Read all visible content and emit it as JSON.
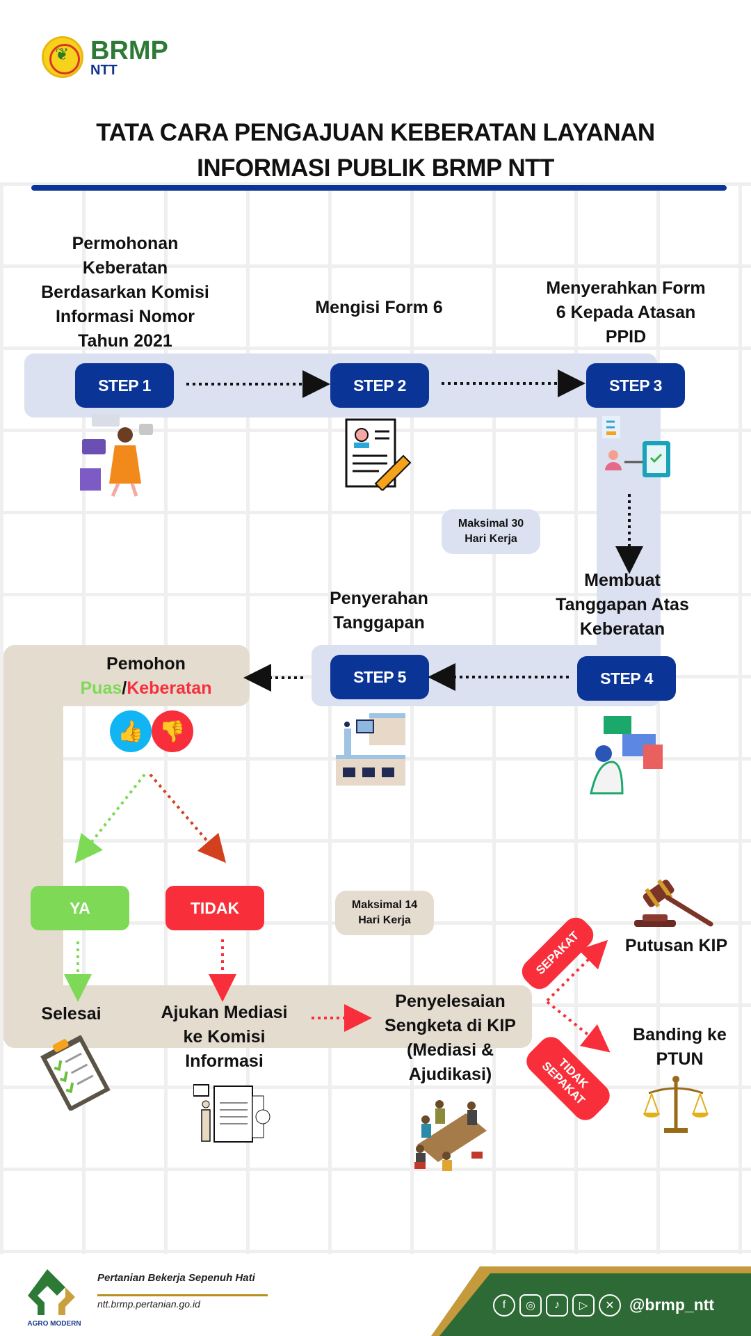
{
  "header": {
    "logo_brand": "BRMP",
    "logo_region": "NTT",
    "title_line1": "TATA CARA PENGAJUAN KEBERATAN LAYANAN",
    "title_line2": "INFORMASI PUBLIK BRMP NTT"
  },
  "steps": [
    {
      "label": "STEP 1",
      "description": [
        "Permohonan",
        "Keberatan",
        "Berdasarkan Komisi",
        "Informasi Nomor",
        "Tahun 2021"
      ],
      "icon": "woman-presenting-icon"
    },
    {
      "label": "STEP 2",
      "description": [
        "Mengisi Form 6"
      ],
      "icon": "form-pen-icon"
    },
    {
      "label": "STEP 3",
      "description": [
        "Menyerahkan Form",
        "6 Kepada Atasan",
        "PPID"
      ],
      "icon": "person-to-device-icon"
    },
    {
      "label": "STEP 4",
      "description": [
        "Membuat",
        "Tanggapan Atas",
        "Keberatan"
      ],
      "icon": "woman-reviewing-documents-icon"
    },
    {
      "label": "STEP 5",
      "description": [
        "Penyerahan",
        "Tanggapan"
      ],
      "icon": "message-exchange-icon"
    }
  ],
  "notes": {
    "max30_line1": "Maksimal 30",
    "max30_line2": "Hari Kerja",
    "max14_line1": "Maksimal 14",
    "max14_line2": "Hari Kerja"
  },
  "applicant": {
    "line1": "Pemohon",
    "satisfied": "Puas",
    "separator": "/",
    "objection": "Keberatan"
  },
  "decision": {
    "yes": "YA",
    "no": "TIDAK"
  },
  "outcomes": {
    "done": "Selesai",
    "mediation": [
      "Ajukan Mediasi",
      "ke Komisi",
      "Informasi"
    ],
    "dispute": [
      "Penyelesaian",
      "Sengketa di KIP",
      "(Mediasi &",
      "Ajudikasi)"
    ],
    "agree_tag": "SEPAKAT",
    "disagree_tag_line1": "TIDAK",
    "disagree_tag_line2": "SEPAKAT",
    "kip_decision": "Putusan KIP",
    "appeal": [
      "Banding ke",
      "PTUN"
    ]
  },
  "colors": {
    "primary_blue": "#0b3497",
    "band_blue": "#dbe1f0",
    "band_beige": "#e5dcd0",
    "yes_green": "#7ed957",
    "no_red": "#f82f3a",
    "thumb_blue": "#12b5f4",
    "footer_green": "#2d6a35",
    "footer_gold": "#c49a3c"
  },
  "footer": {
    "agro_label": "AGRO MODERN",
    "slogan": "Pertanian Bekerja Sepenuh Hati",
    "website": "ntt.brmp.pertanian.go.id",
    "social_icons": [
      "facebook-icon",
      "instagram-icon",
      "tiktok-icon",
      "youtube-icon",
      "x-icon"
    ],
    "handle": "@brmp_ntt"
  }
}
